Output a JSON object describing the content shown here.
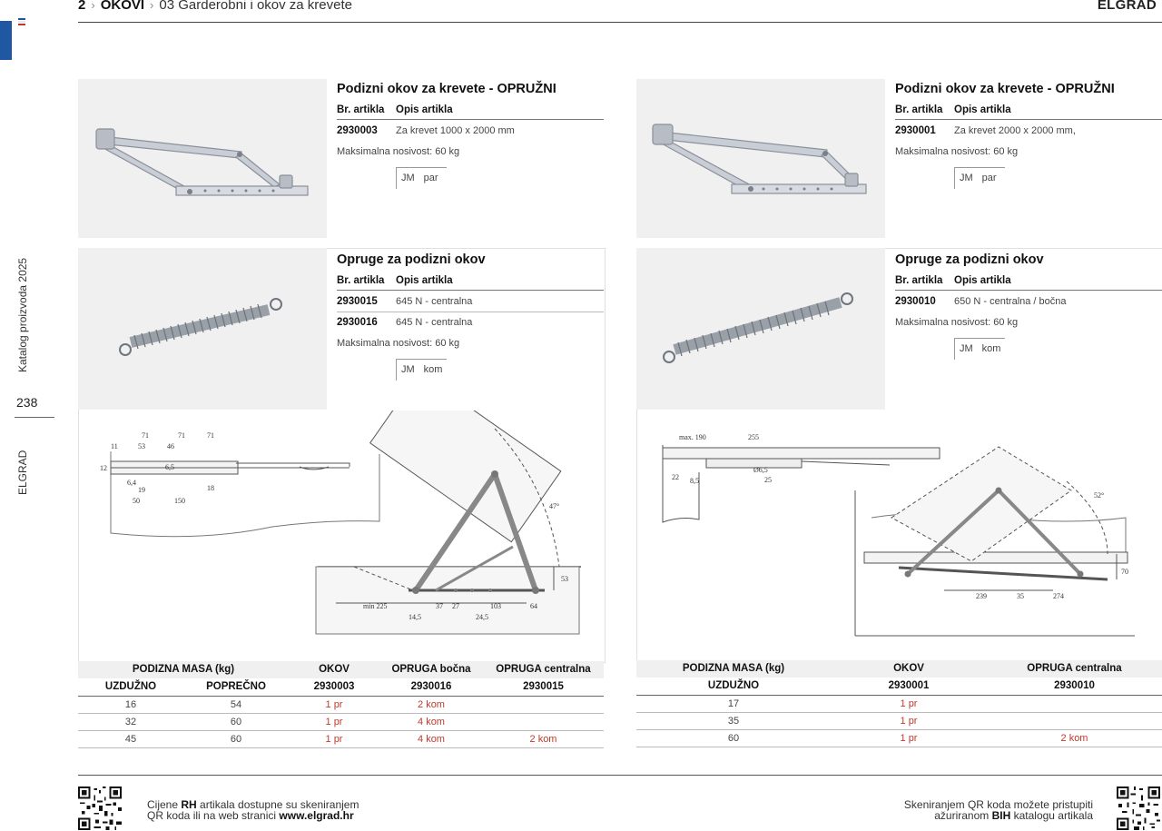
{
  "header": {
    "crumb_1": "2",
    "crumb_2": "OKOVI",
    "crumb_3_num": "03",
    "crumb_3_text": "Garderobni i okov za krevete",
    "brand": "ELGRAD"
  },
  "sidebar": {
    "catalog_label": "Katalog proizvoda 2025",
    "page_number": "238",
    "brand_vertical": "ELGRAD"
  },
  "products": [
    {
      "title": "Podizni okov za krevete - OPRUŽNI",
      "col_code": "Br. artikla",
      "col_desc": "Opis artikla",
      "rows": [
        {
          "code": "2930003",
          "desc": "Za krevet 1000 x 2000 mm"
        }
      ],
      "note": "Maksimalna nosivost: 60 kg",
      "unit_a": "JM",
      "unit_b": "par"
    },
    {
      "title": "Podizni okov za krevete - OPRUŽNI",
      "col_code": "Br. artikla",
      "col_desc": "Opis artikla",
      "rows": [
        {
          "code": "2930001",
          "desc": "Za krevet 2000 x 2000 mm,"
        }
      ],
      "note": "Maksimalna nosivost: 60 kg",
      "unit_a": "JM",
      "unit_b": "par"
    },
    {
      "title": "Opruge za podizni okov",
      "col_code": "Br. artikla",
      "col_desc": "Opis artikla",
      "rows": [
        {
          "code": "2930015",
          "desc": "645 N - centralna"
        },
        {
          "code": "2930016",
          "desc": "645 N - centralna"
        }
      ],
      "note": "Maksimalna nosivost: 60 kg",
      "unit_a": "JM",
      "unit_b": "kom"
    },
    {
      "title": "Opruge za podizni okov",
      "col_code": "Br. artikla",
      "col_desc": "Opis artikla",
      "rows": [
        {
          "code": "2930010",
          "desc": "650 N - centralna / bočna"
        }
      ],
      "note": "Maksimalna nosivost: 60 kg",
      "unit_a": "JM",
      "unit_b": "kom"
    }
  ],
  "drawing_left": {
    "dims_top": [
      "71",
      "71",
      "71",
      "11",
      "53",
      "46",
      "6,5"
    ],
    "dims_side": [
      "12",
      "6,4",
      "19",
      "18",
      "50",
      "150"
    ],
    "angle": "47°",
    "dims_bottom": [
      "min 225",
      "37",
      "27",
      "103",
      "64",
      "14,5",
      "24,5",
      "53"
    ]
  },
  "drawing_right": {
    "dims_top": [
      "max. 190",
      "255",
      "Ø6,5",
      "25"
    ],
    "dims_side": [
      "22",
      "8,5"
    ],
    "angle": "52°",
    "dims_bottom": [
      "239",
      "35",
      "274",
      "70"
    ]
  },
  "table_left": {
    "group_header": "PODIZNA MASA  (kg)",
    "h_okov": "OKOV",
    "h_bocna": "OPRUGA bočna",
    "h_centralna": "OPRUGA centralna",
    "sub_uzduzno": "UZDUŽNO",
    "sub_poprecno": "POPREČNO",
    "sub_okov": "2930003",
    "sub_bocna": "2930016",
    "sub_centralna": "2930015",
    "rows": [
      {
        "uzduzno": "16",
        "poprecno": "54",
        "okov": "1 pr",
        "bocna": "2 kom",
        "centralna": ""
      },
      {
        "uzduzno": "32",
        "poprecno": "60",
        "okov": "1 pr",
        "bocna": "4 kom",
        "centralna": ""
      },
      {
        "uzduzno": "45",
        "poprecno": "60",
        "okov": "1 pr",
        "bocna": "4 kom",
        "centralna": "2 kom"
      }
    ]
  },
  "table_right": {
    "group_header": "PODIZNA MASA  (kg)",
    "h_okov": "OKOV",
    "h_centralna": "OPRUGA centralna",
    "sub_uzduzno": "UZDUŽNO",
    "sub_okov": "2930001",
    "sub_centralna": "2930010",
    "rows": [
      {
        "uzduzno": "17",
        "okov": "1 pr",
        "centralna": ""
      },
      {
        "uzduzno": "35",
        "okov": "1 pr",
        "centralna": ""
      },
      {
        "uzduzno": "60",
        "okov": "1 pr",
        "centralna": "2 kom"
      }
    ]
  },
  "footer": {
    "left_1a": "Cijene ",
    "left_1b": "RH",
    "left_1c": " artikala dostupne su skeniranjem",
    "left_2a": "QR koda ili na web stranici ",
    "left_2b": "www.elgrad.hr",
    "right_1": "Skeniranjem QR koda možete pristupiti",
    "right_2a": "ažuriranom ",
    "right_2b": "BIH",
    "right_2c": " katalogu artikala"
  },
  "colors": {
    "accent_blue": "#1f57a3",
    "price_red": "#c0392b"
  }
}
